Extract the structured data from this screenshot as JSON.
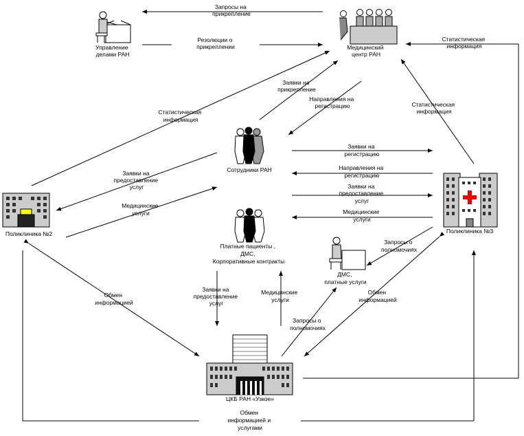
{
  "nodes": {
    "admin": [
      "Управление",
      "делами РАН"
    ],
    "medcenter": [
      "Медицинский",
      "центр РАН"
    ],
    "staff": [
      "Сотрудники РАН"
    ],
    "poly2": [
      "Поликлиника №2"
    ],
    "poly3": [
      "Поликлиника №3"
    ],
    "paid": [
      "Платные пациенты ,",
      "ДМС,",
      "Корпоративные контракты"
    ],
    "dms": [
      "ДМС,",
      "платные услуги"
    ],
    "hospital": [
      "ЦКБ РАН «Узкое»"
    ]
  },
  "edges": {
    "requests_attach": [
      "Запросы на",
      "прикрепление"
    ],
    "resolutions": [
      "Резолюции о",
      "прикреплении"
    ],
    "stat_right": [
      "Статистическая",
      "информация"
    ],
    "stat_left": [
      "Статистическая",
      "информация"
    ],
    "applications_attach": [
      "Заявки на",
      "прикрепление"
    ],
    "directions_reg_1": [
      "Направления на",
      "регистрацию"
    ],
    "stat_poly3": [
      "Статистическая",
      "информация"
    ],
    "applications_reg": [
      "Заявки на",
      "регистрацию"
    ],
    "directions_reg_2": [
      "Направления на",
      "регистрацию"
    ],
    "applications_services_1": [
      "Заявки на",
      "предоставление",
      "услуг"
    ],
    "applications_services_2": [
      "Заявки на",
      "предоставление",
      "услуг"
    ],
    "medical_services_1": [
      "Медицинские",
      "услуги"
    ],
    "medical_services_2": [
      "Медицинские",
      "услуги"
    ],
    "authority_requests_1": [
      "Запросы о",
      "полномочиях"
    ],
    "exchange_left": [
      "Обмен",
      "информацией"
    ],
    "applications_services_3": [
      "Заявки на",
      "предоставление",
      "услуг"
    ],
    "medical_services_3": [
      "Медицинские",
      "услуги"
    ],
    "authority_requests_2": [
      "Запросы о",
      "полномочиях"
    ],
    "exchange_right": [
      "Обмен",
      "информацией"
    ],
    "exchange_bottom": [
      "Обмен",
      "информацией и",
      "услугами"
    ]
  }
}
